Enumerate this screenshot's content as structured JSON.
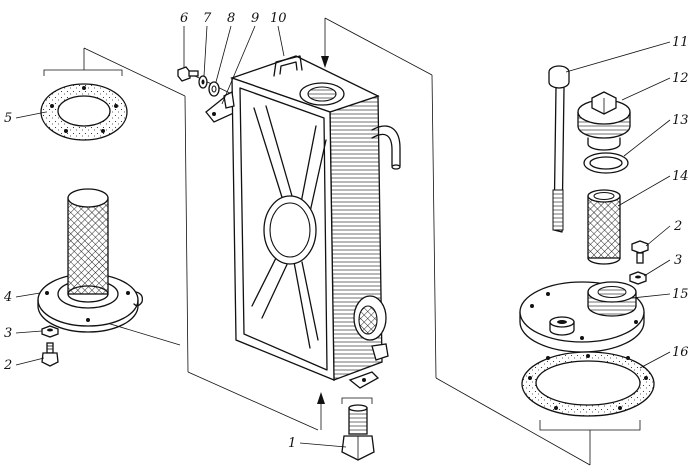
{
  "colors": {
    "ink": "#111111",
    "paper": "#ffffff"
  },
  "parts": [
    {
      "id": "1",
      "label": "1"
    },
    {
      "id": "2",
      "label": "2"
    },
    {
      "id": "2b",
      "label": "2"
    },
    {
      "id": "3",
      "label": "3"
    },
    {
      "id": "3b",
      "label": "3"
    },
    {
      "id": "4",
      "label": "4"
    },
    {
      "id": "5",
      "label": "5"
    },
    {
      "id": "6",
      "label": "6"
    },
    {
      "id": "7",
      "label": "7"
    },
    {
      "id": "8",
      "label": "8"
    },
    {
      "id": "9",
      "label": "9"
    },
    {
      "id": "10",
      "label": "10"
    },
    {
      "id": "11",
      "label": "11"
    },
    {
      "id": "12",
      "label": "12"
    },
    {
      "id": "13",
      "label": "13"
    },
    {
      "id": "14",
      "label": "14"
    },
    {
      "id": "15",
      "label": "15"
    },
    {
      "id": "16",
      "label": "16"
    }
  ]
}
